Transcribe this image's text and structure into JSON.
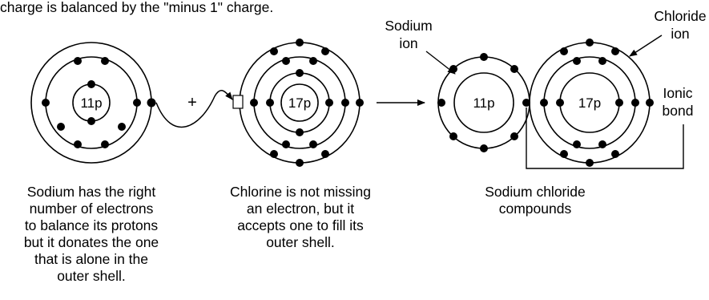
{
  "header_line": "charge is balanced by the \"minus 1\" charge.",
  "atoms": {
    "sodium": {
      "nucleus": "11p"
    },
    "chlorine": {
      "nucleus": "17p"
    },
    "compound_sodium": {
      "nucleus": "11p"
    },
    "compound_chloride": {
      "nucleus": "17p"
    }
  },
  "operators": {
    "plus": "+"
  },
  "labels": {
    "sodium_ion": [
      "Sodium",
      "ion"
    ],
    "chloride_ion": [
      "Chloride",
      "ion"
    ],
    "ionic_bond": [
      "Ionic",
      "bond"
    ]
  },
  "captions": {
    "sodium": [
      "Sodium has the right",
      "number of electrons",
      "to balance its protons",
      "but it donates the one",
      "that is alone in the",
      "outer shell."
    ],
    "chlorine": [
      "Chlorine is not missing",
      "an electron, but it",
      "accepts one to fill its",
      "outer shell."
    ],
    "compound": [
      "Sodium chloride",
      "compounds"
    ]
  },
  "colors": {
    "ink": "#000000",
    "background": "#ffffff"
  }
}
